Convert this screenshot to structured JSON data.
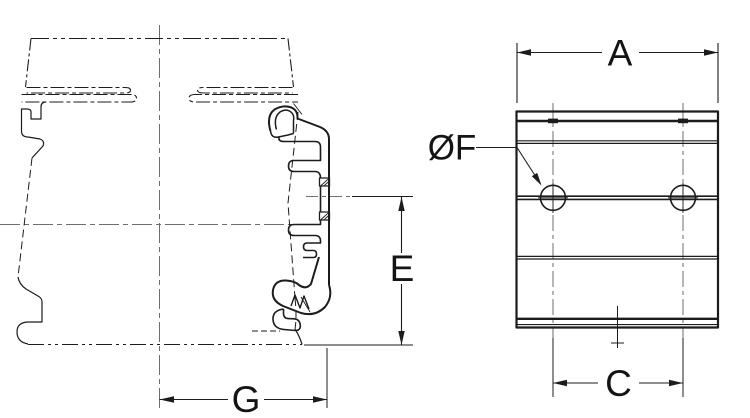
{
  "drawing": {
    "background_color": "#ffffff",
    "stroke_color": "#1c1c1c",
    "centerline_color": "#6e6e6e",
    "section_view": {
      "description": "profile cross-section with phantom duct outline and solid clip profile",
      "dimensions": {
        "width": {
          "label": "G"
        },
        "height": {
          "label": "E"
        }
      }
    },
    "front_view": {
      "description": "rectangular plate elevation with two mounting holes",
      "hole_count": 2,
      "dimensions": {
        "overall_width": {
          "label": "A"
        },
        "hole_spacing": {
          "label": "C"
        }
      },
      "hole_callout": {
        "label": "ØF"
      }
    }
  }
}
